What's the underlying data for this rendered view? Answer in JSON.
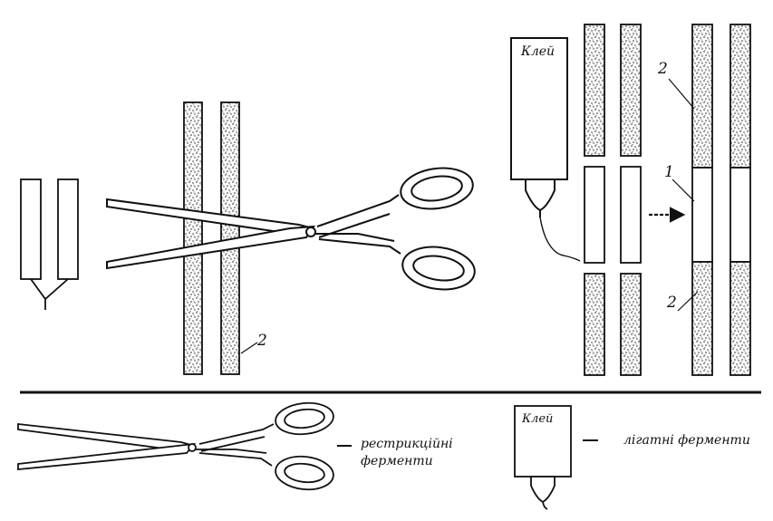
{
  "labels": {
    "glue_top": "Клей",
    "glue_bottom": "Клей",
    "num_1": "1",
    "num_2_center": "2",
    "num_2_right_top": "2",
    "num_2_right_bottom": "2",
    "legend_restriction_line1": "рестрикційні",
    "legend_restriction_line2": "ферменти",
    "legend_ligase": "лігатні ферменти"
  },
  "icons": {
    "scissors": "scissors-icon",
    "glue": "glue-bottle-icon",
    "arrow": "arrow-right-icon"
  },
  "colors": {
    "ink": "#111111",
    "stipple": "#222222",
    "paper": "#ffffff"
  }
}
